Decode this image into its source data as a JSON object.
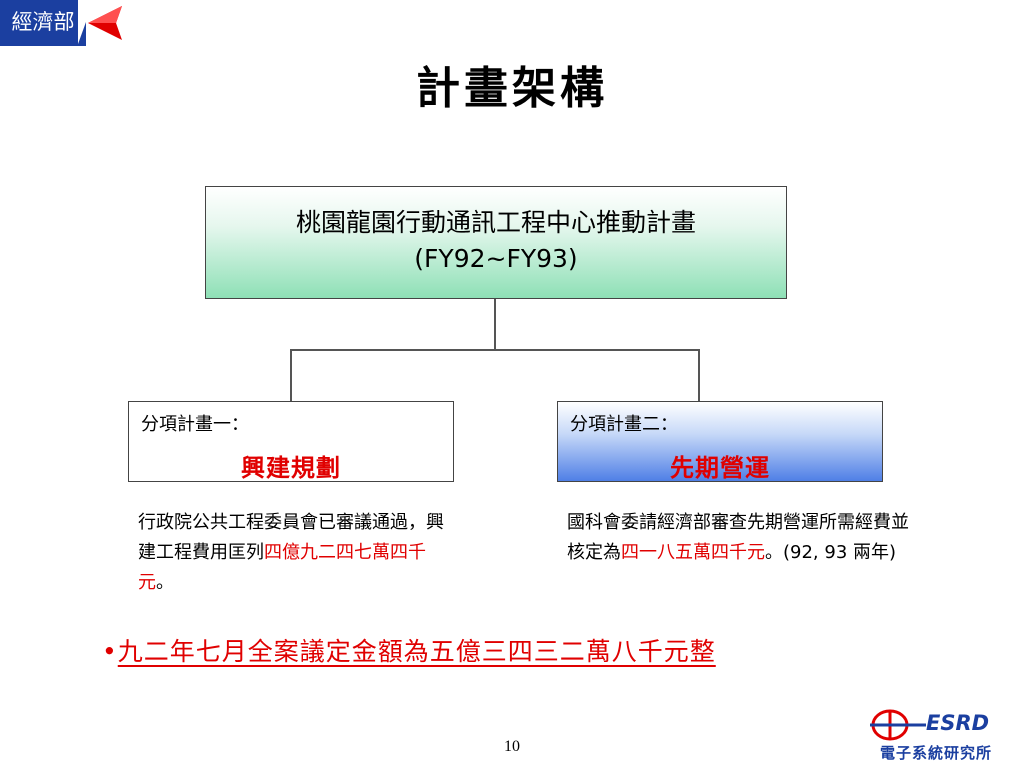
{
  "header": {
    "ministry_tag": "經濟部",
    "title": "計畫架構",
    "brand_color": "#1b3fa0",
    "accent_color": "#e00000"
  },
  "main_plan": {
    "name": "桃園龍園行動通訊工程中心推動計畫",
    "period": "(FY92~FY93)"
  },
  "sub_plans": [
    {
      "label": "分項計畫一：",
      "name": "興建規劃",
      "desc_prefix": "行政院公共工程委員會已審議通過，興建工程費用匡列",
      "desc_highlight": "四億九二四七萬四千元",
      "desc_suffix": "。"
    },
    {
      "label": "分項計畫二：",
      "name": "先期營運",
      "desc_prefix": "國科會委請經濟部審查先期營運所需經費並核定為",
      "desc_highlight": "四一八五萬四千元",
      "desc_suffix": "。",
      "desc_note": "(92, 93 兩年)"
    }
  ],
  "summary": {
    "bullet": "•",
    "text": "九二年七月全案議定金額為五億三四三二萬八千元整"
  },
  "footer": {
    "page_number": "10",
    "org_abbr": "ESRD",
    "org_name": "電子系統研究所"
  }
}
